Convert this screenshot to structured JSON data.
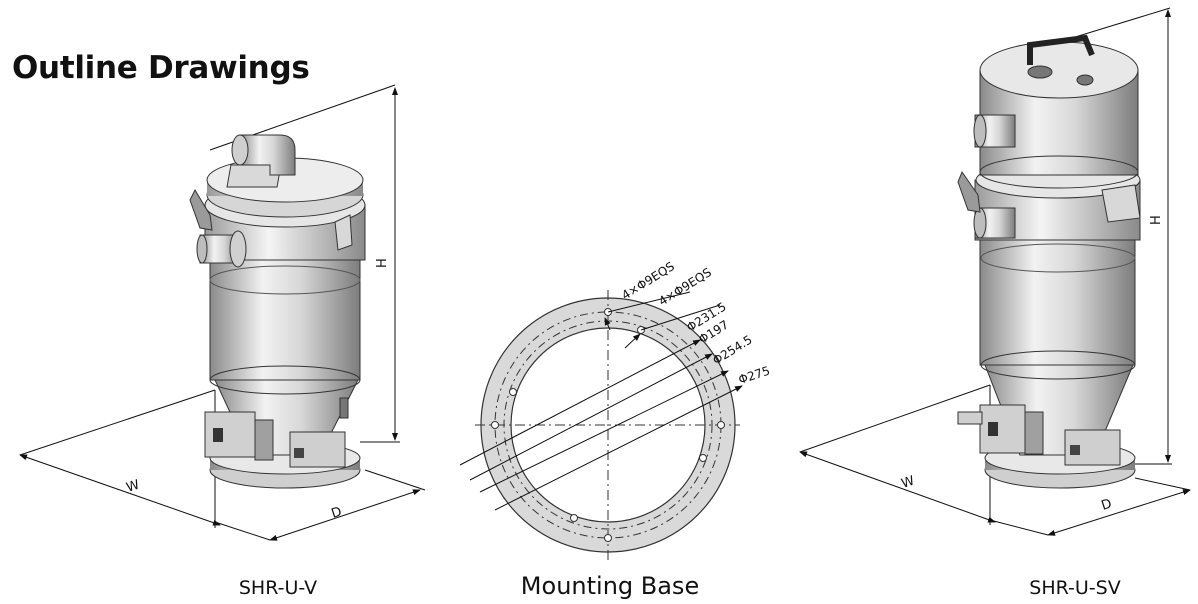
{
  "page": {
    "title": "Outline Drawings"
  },
  "machines": [
    {
      "caption": "SHR-U-V",
      "dim_w": "W",
      "dim_d": "D",
      "dim_h": "H"
    },
    {
      "caption": "SHR-U-SV",
      "dim_w": "W",
      "dim_d": "D",
      "dim_h": "H"
    }
  ],
  "mounting_base": {
    "caption": "Mounting Base",
    "labels": [
      "4×Φ9EQS",
      "4×Φ9EQS",
      "Φ231.5",
      "Φ197",
      "Φ254.5",
      "Φ275"
    ]
  },
  "colors": {
    "metal_light": "#e6e6e6",
    "metal_mid": "#bdbdbd",
    "metal_dark": "#7a7a7a",
    "ring": "#d9d9d9",
    "line": "#111111"
  }
}
